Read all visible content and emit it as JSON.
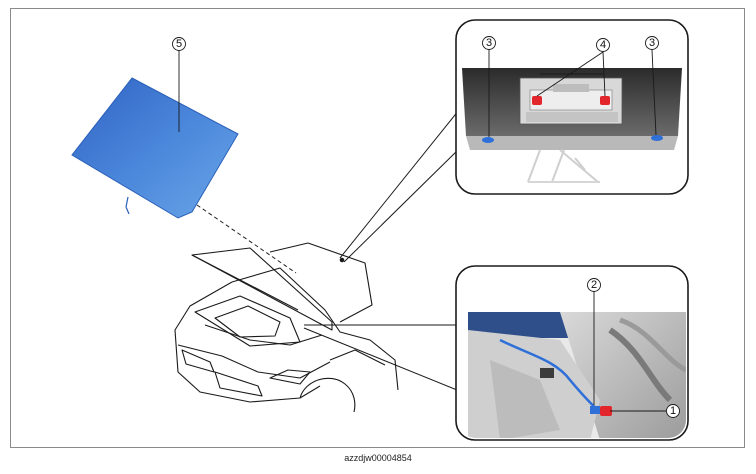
{
  "figure": {
    "caption": "azzdjw00004854",
    "callouts": [
      {
        "id": "callout-1",
        "label": "1"
      },
      {
        "id": "callout-2",
        "label": "2"
      },
      {
        "id": "callout-3a",
        "label": "3"
      },
      {
        "id": "callout-3b",
        "label": "3"
      },
      {
        "id": "callout-4",
        "label": "4"
      },
      {
        "id": "callout-5",
        "label": "5"
      }
    ],
    "colors": {
      "hood_panel": "#3f7fd6",
      "hood_edge": "#2a5fb8",
      "fastener_red": "#e2262b",
      "clip_blue": "#2f6fd8",
      "detail_dark": "#3c3c3c",
      "outline": "#1a1a1a"
    }
  }
}
